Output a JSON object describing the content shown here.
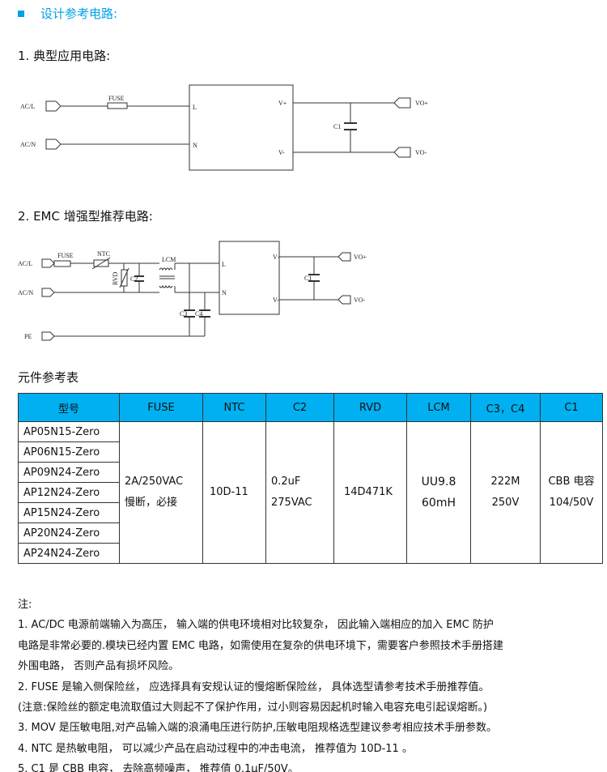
{
  "section_title": "设计参考电路:",
  "colors": {
    "accent": "#00a0e9",
    "table_header": "#00b0f0"
  },
  "circuit1": {
    "title": "1.  典型应用电路:",
    "acl": "AC/L",
    "acn": "AC/N",
    "fuse": "FUSE",
    "l": "L",
    "n": "N",
    "vp": "V+",
    "vm": "V-",
    "c1": "C1",
    "vop": "VO+",
    "vom": "VO-"
  },
  "circuit2": {
    "title": "2.  EMC 增强型推荐电路:",
    "acl": "AC/L",
    "acn": "AC/N",
    "pe": "PE",
    "fuse": "FUSE",
    "ntc": "NTC",
    "rvd": "RVD",
    "c2": "C2",
    "lcm": "LCM",
    "c3": "C3",
    "c4": "C4",
    "l": "L",
    "n": "N",
    "vp": "V+",
    "vm": "V-",
    "c1": "C1",
    "vop": "VO+",
    "vom": "VO-"
  },
  "table": {
    "title": "元件参考表",
    "headers": [
      "型号",
      "FUSE",
      "NTC",
      "C2",
      "RVD",
      "LCM",
      "C3，C4",
      "C1"
    ],
    "models": [
      "AP05N15-Zero",
      "AP06N15-Zero",
      "AP09N24-Zero",
      "AP12N24-Zero",
      "AP15N24-Zero",
      "AP20N24-Zero",
      "AP24N24-Zero"
    ],
    "fuse": [
      "2A/250VAC",
      "慢断，必接"
    ],
    "ntc": "10D-11",
    "c2": [
      "0.2uF",
      "275VAC"
    ],
    "rvd": "14D471K",
    "lcm": [
      "UU9.8",
      "60mH"
    ],
    "c34": [
      "222M",
      "250V"
    ],
    "c1": [
      "CBB 电容",
      "104/50V"
    ]
  },
  "notes": [
    "注:",
    "1. AC/DC  电源前端输入为高压，  输入端的供电环境相对比较复杂，  因此输入端相应的加入  EMC  防护",
    "电路是非常必要的.模块已经内置 EMC 电路，如需使用在复杂的供电环境下，需要客户参照技术手册搭建",
    "外围电路，  否则产品有损坏风险。",
    "2. FUSE  是输入侧保险丝，  应选择具有安规认证的慢熔断保险丝，  具体选型请参考技术手册推荐值。",
    " (注意:保险丝的额定电流取值过大则起不了保护作用，过小则容易因起机时输入电容充电引起误熔断。)",
    "3. MOV  是压敏电阻,对产品输入端的浪涌电压进行防护,压敏电阻规格选型建议参考相应技术手册参数。",
    "4. NTC  是热敏电阻，  可以减少产品在启动过程中的冲击电流，  推荐值为  10D-11    。",
    "5. C1  是 CBB 电容，  去除高频噪声，  推荐值  0.1μF/50V。"
  ]
}
